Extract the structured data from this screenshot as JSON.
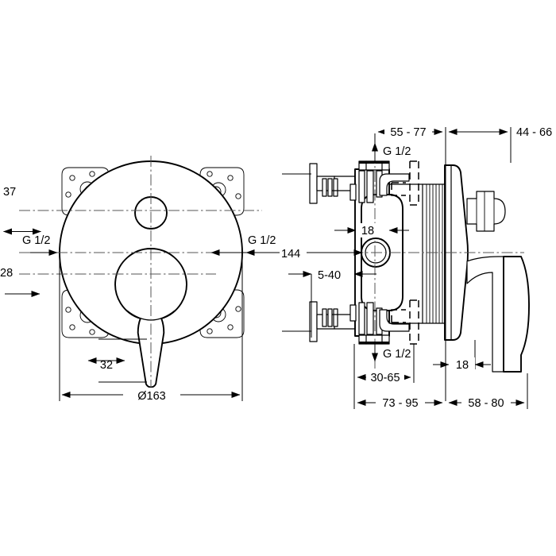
{
  "drawing": {
    "title": "Concealed bath/shower mixer installation drawing",
    "background_color": "#ffffff",
    "line_color": "#000000",
    "center_line_color": "#555555",
    "views": {
      "front": {
        "name": "front-view",
        "labels": {
          "height_top": "37",
          "height_bottom": "28",
          "inlet_left": "G 1/2",
          "inlet_right": "G 1/2",
          "lever_offset": "32",
          "diameter": "Ø163"
        }
      },
      "side": {
        "name": "side-section-view",
        "labels": {
          "top_left_span": "55 - 77",
          "top_right_span": "44 - 66",
          "overall_height": "144",
          "body_width": "18",
          "wall_depth_range": "5-40",
          "inlet_top": "G 1/2",
          "inlet_bottom": "G 1/2",
          "recess_depth": "30-65",
          "total_back": "73 - 95",
          "total_front": "58 - 80",
          "plate_thickness": "18"
        }
      }
    }
  }
}
